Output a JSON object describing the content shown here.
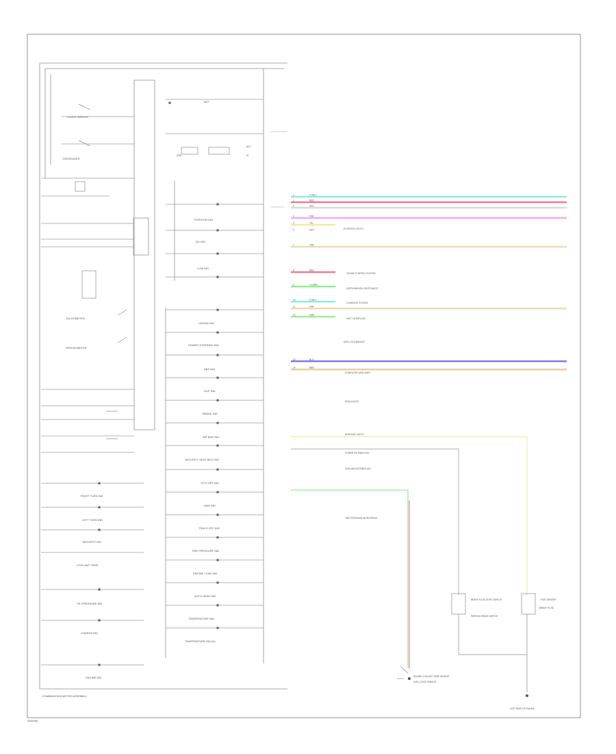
{
  "panel_caption": "COMBINATION METER ASSEMBLY",
  "page_id": "W40068",
  "left_labels": [
    "CLOCK SWITCH",
    "PASSENGER",
    "TACHOMETER",
    "SPEEDOMETER"
  ],
  "right_labels": [
    "POSITION IND",
    "D/L IND",
    "LOW IND",
    "CRUISE IND",
    "POWER STEERING IND",
    "ABS IND",
    "SLIP IND",
    "BRAKE IND",
    "AIR BAG IND",
    "SECURITY SEAT BELT IND",
    "ECO OFF IND",
    "4WD IND",
    "TRACS OFF IND",
    "TIRE PRESSURE IND",
    "ENGINE LOAD IND",
    "AUTO HEAD IND",
    "TEMPERATURE IND",
    "TEMPERATURE IND (H)"
  ],
  "lower_left_labels": [
    "RIGHT TURN IND",
    "LEFT TURN IND",
    "SECURITY IND",
    "COOLANT TEMP",
    "OIL PRESSURE IND",
    "CHARGE IND",
    "ENGINE IND"
  ],
  "top_connector_labels": [
    "BATT",
    "ACC",
    "IG",
    "GND"
  ],
  "wires": [
    {
      "code": "1",
      "color_name": "LT BLU",
      "color": "#8fe8ea"
    },
    {
      "code": "2",
      "color_name": "RED",
      "color": "#f07a8e"
    },
    {
      "code": "3",
      "color_name": "GRY",
      "color": "#d9d9d9"
    },
    {
      "code": "4",
      "color_name": "PNK",
      "color": "#f7a8ee"
    },
    {
      "code": "5",
      "color_name": "YEL",
      "color": "#f3e9a0"
    },
    {
      "code": "6",
      "color_name": "WHT",
      "color": "#ffffff"
    },
    {
      "code": "7",
      "color_name": "TAN",
      "color": "#eedcb0"
    },
    {
      "code": "8",
      "color_name": "RED",
      "color": "#f07a8e"
    },
    {
      "code": "9",
      "color_name": "LT GRN",
      "color": "#8ef08e"
    },
    {
      "code": "10",
      "color_name": "LT BLU",
      "color": "#8fe8ea"
    },
    {
      "code": "11",
      "color_name": "TAN",
      "color": "#eedcb0"
    },
    {
      "code": "12",
      "color_name": "GRN",
      "color": "#a3e89a"
    },
    {
      "code": "13",
      "color_name": "BLU",
      "color": "#7a7af2"
    },
    {
      "code": "14",
      "color_name": "BRN",
      "color": "#e6cfa0"
    }
  ],
  "system_refs": [
    "EXTERIOR LIGHTS",
    "CRUISE CONTROL SYSTEM",
    "SUPPLEMENTAL RESTRAINTS",
    "CHARGING SYSTEM",
    "SHIFT INTERLOCK",
    "ANTI-LOCK BRAKES",
    "HEADLIGHTS",
    "INTERIOR LIGHTS",
    "POWER DISTRIBUTION",
    "GROUND DISTRIBUTION",
    "TIRE PRESSURE MONITORING",
    "COMPUTER DATA LINES"
  ],
  "lower_components": [
    "BRAKE FLUID LEVEL SWITCH",
    "PARKING BRAKE SWITCH",
    "FUEL SENDER",
    "BRAKE FLUID",
    "ENGINE COOLANT TEMP SENSOR",
    "FUEL LEVEL SENSOR",
    "LEFT REAR OF ENGINE"
  ],
  "colors": {
    "outline": "#888888",
    "line": "#9a9a9a",
    "text": "#555555"
  }
}
